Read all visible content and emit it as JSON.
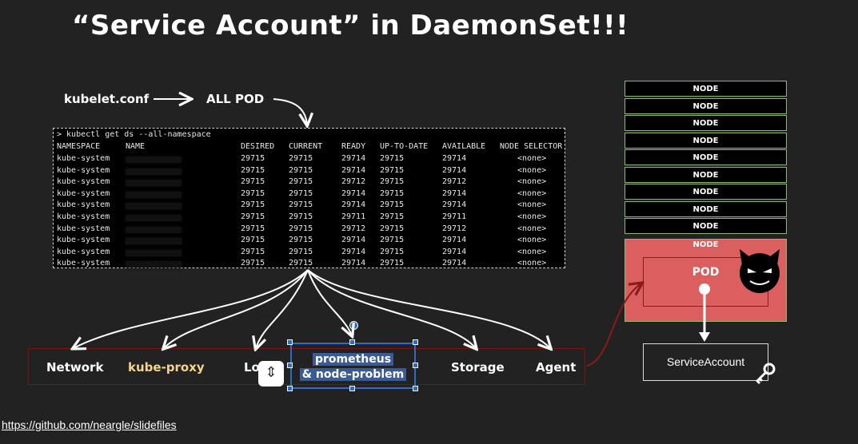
{
  "slide": {
    "title": "“Service Account” in DaemonSet!!!",
    "kubelet_label": "kubelet.conf",
    "all_pod_label": "ALL POD",
    "footer_link": "https://github.com/neargle/slidefiles"
  },
  "terminal": {
    "command": "> kubectl get ds --all-namespace",
    "headers": [
      "NAMESPACE",
      "NAME",
      "DESIRED",
      "CURRENT",
      "READY",
      "UP-TO-DATE",
      "AVAILABLE",
      "NODE SELECTOR"
    ],
    "rows": [
      [
        "kube-system",
        "29715",
        "29715",
        "29714",
        "29715",
        "29714",
        "<none>"
      ],
      [
        "kube-system",
        "29715",
        "29715",
        "29714",
        "29715",
        "29714",
        "<none>"
      ],
      [
        "kube-system",
        "29715",
        "29715",
        "29712",
        "29715",
        "29712",
        "<none>"
      ],
      [
        "kube-system",
        "29715",
        "29715",
        "29714",
        "29715",
        "29714",
        "<none>"
      ],
      [
        "kube-system",
        "29715",
        "29715",
        "29714",
        "29715",
        "29714",
        "<none>"
      ],
      [
        "kube-system",
        "29715",
        "29715",
        "29711",
        "29715",
        "29711",
        "<none>"
      ],
      [
        "kube-system",
        "29715",
        "29715",
        "29712",
        "29715",
        "29712",
        "<none>"
      ],
      [
        "kube-system",
        "29715",
        "29715",
        "29714",
        "29715",
        "29714",
        "<none>"
      ],
      [
        "kube-system",
        "29715",
        "29715",
        "29714",
        "29715",
        "29714",
        "<none>"
      ],
      [
        "kube-system",
        "29715",
        "29715",
        "29714",
        "29715",
        "29714",
        "<none>"
      ]
    ]
  },
  "components": {
    "network": "Network",
    "kube_proxy": "kube-proxy",
    "log_partial": "Lo",
    "prometheus_line1": "prometheus",
    "prometheus_line2": "& node-problem",
    "storage": "Storage",
    "agent": "Agent"
  },
  "nodes": {
    "labels": [
      "NODE",
      "NODE",
      "NODE",
      "NODE",
      "NODE",
      "NODE",
      "NODE",
      "NODE",
      "NODE"
    ],
    "compromised_node_label": "NODE",
    "pod_label": "POD"
  },
  "service_account": {
    "label": "ServiceAccount"
  },
  "colors": {
    "background": "#222222",
    "node_border": "#8bb874",
    "compromised_node": "#dc5f5f",
    "selection": "#2f6bc4",
    "kube_proxy_text": "#f4d58d",
    "attack_arrow": "#8b1a1a"
  },
  "icons": {
    "devil": "devil-face-icon",
    "key": "key-icon",
    "resize": "resize-handle-icon"
  }
}
